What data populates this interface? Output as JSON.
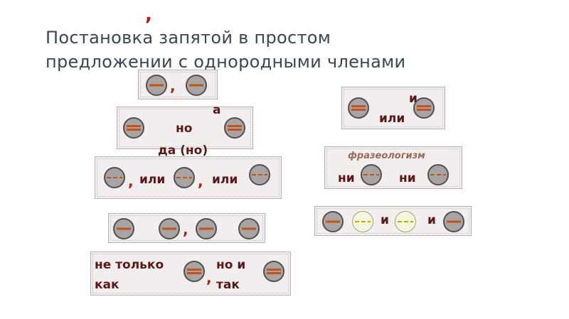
{
  "title": {
    "line1": "Постановка запятой в простом",
    "line2": "предложении с однородными членами",
    "comma": ","
  },
  "schemes": {
    "s1": {
      "comma": ","
    },
    "s2": {
      "a": "а",
      "no": "но",
      "da": "да (но)"
    },
    "s3": {
      "comma1": ",",
      "ili1": "или",
      "comma2": ",",
      "ili2": "или"
    },
    "s4": {
      "comma": ","
    },
    "s5": {
      "ne_tolko": "не только",
      "kak": "как",
      "comma": ",",
      "no_i": "но и",
      "tak": "так"
    },
    "s6": {
      "i": "и",
      "ili": "или"
    },
    "s7": {
      "label": "фразеологизм",
      "ni1": "ни",
      "ni2": "ни"
    },
    "s8": {
      "i1": "и",
      "i2": "и"
    }
  },
  "colors": {
    "accent": "#c0541c",
    "comma": "#b02010",
    "title": "#3a4656",
    "box": "#f2eeee"
  }
}
